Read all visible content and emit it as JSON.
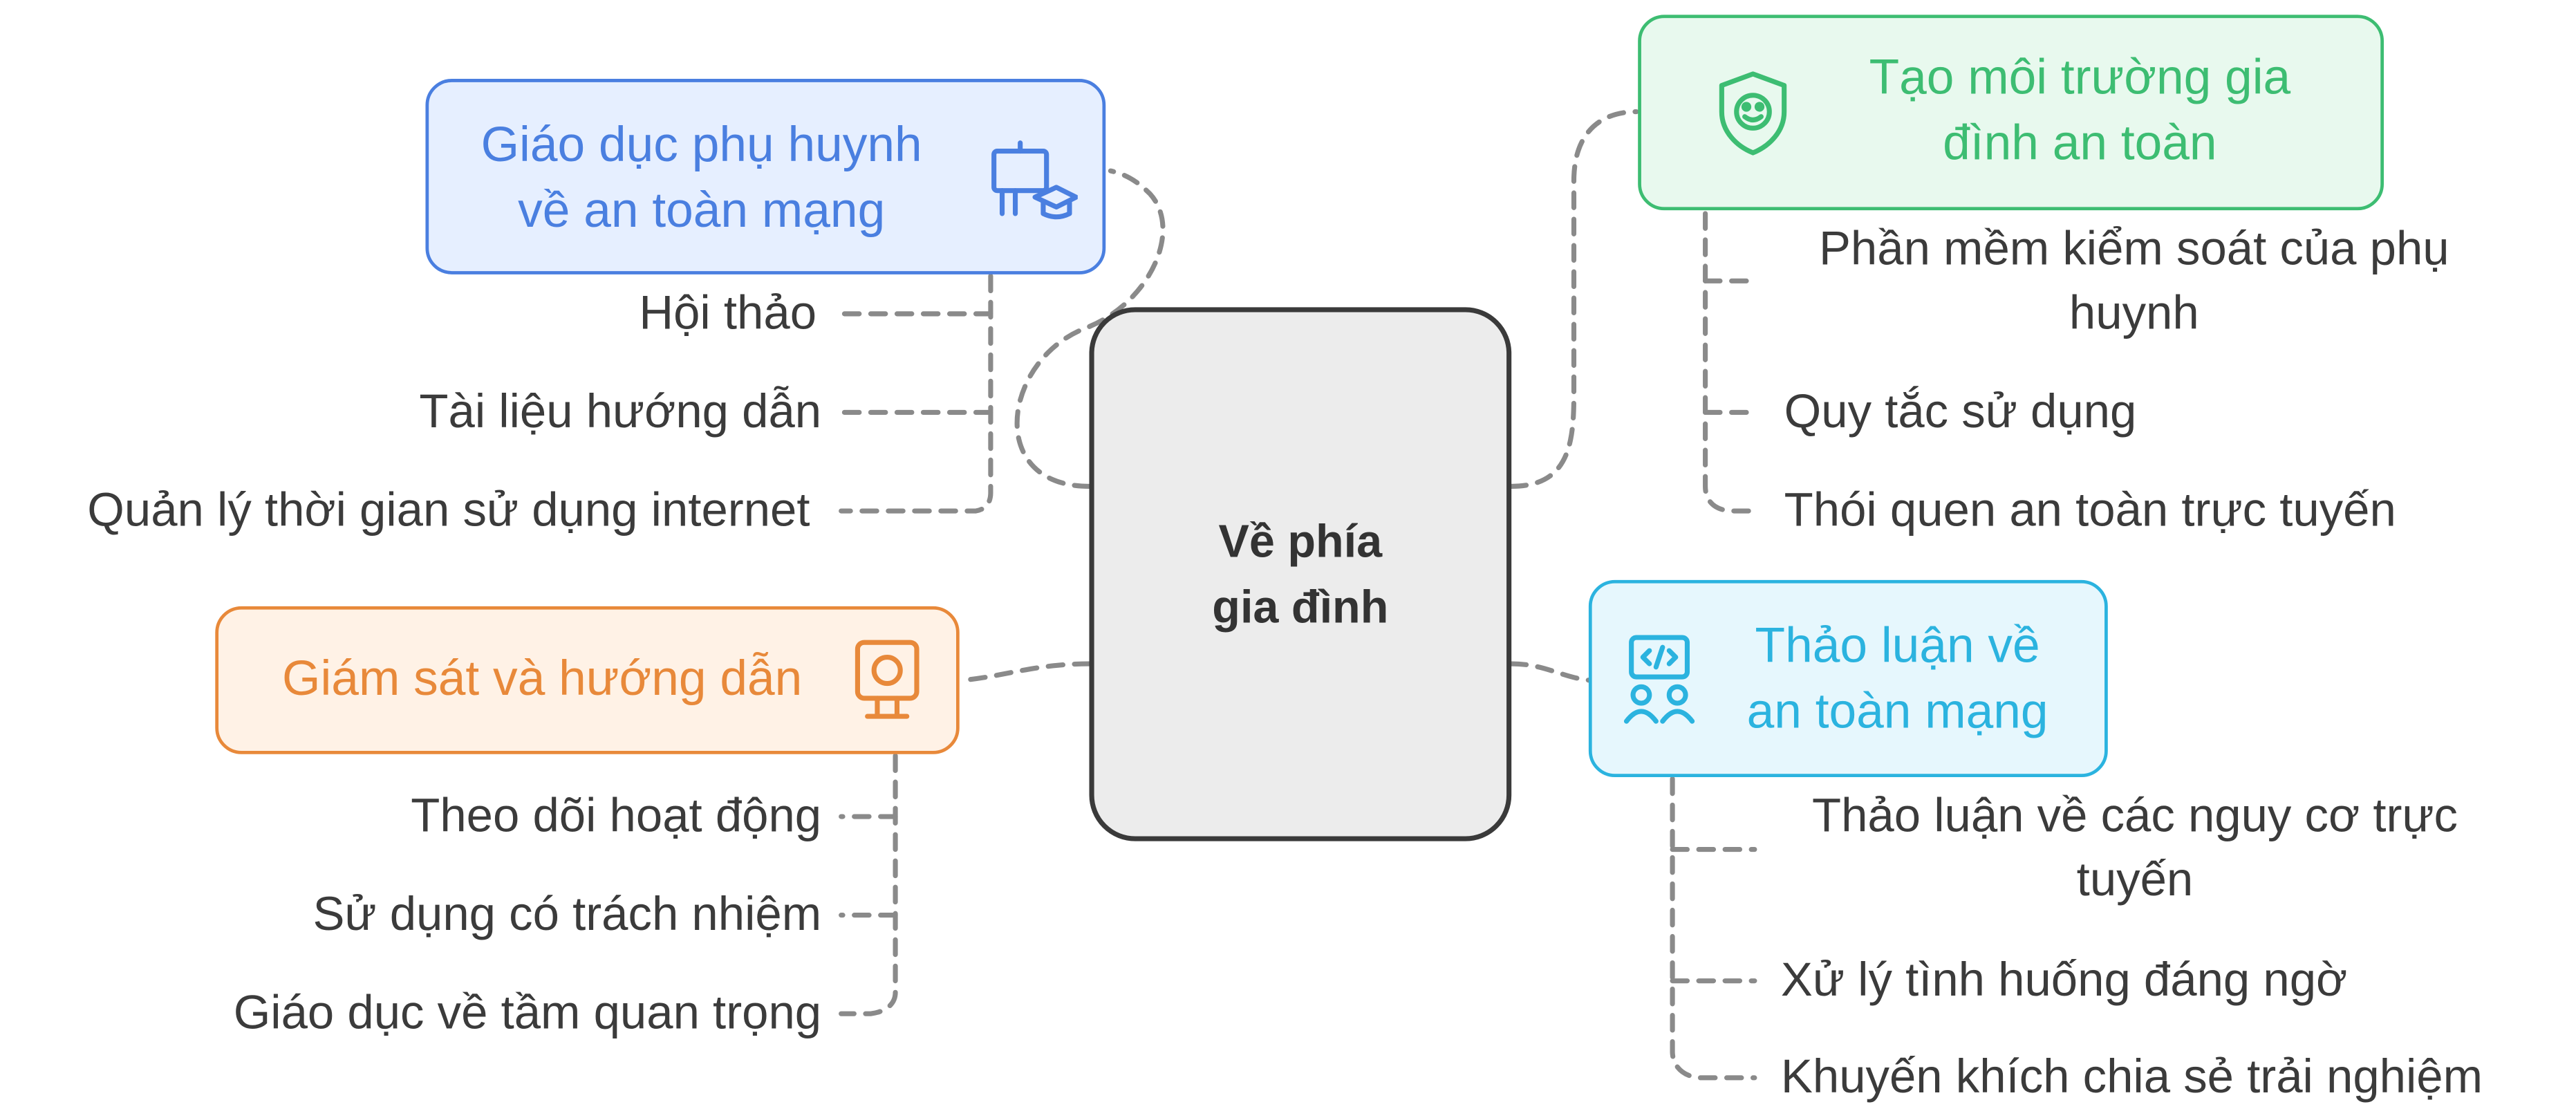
{
  "center": {
    "line1": "Về phía",
    "line2": "gia đình"
  },
  "branches": {
    "parent_education": {
      "title_line1": "Giáo dục phụ huynh",
      "title_line2": "về an toàn mạng",
      "icon": "teaching-board-icon",
      "color": "#4a7fe0",
      "fill": "#e6efff",
      "items": [
        "Hội thảo",
        "Tài liệu hướng dẫn",
        "Quản lý thời gian sử dụng internet"
      ]
    },
    "safe_environment": {
      "title_line1": "Tạo môi trường gia",
      "title_line2": "đình an toàn",
      "icon": "shield-icon",
      "color": "#3dbd72",
      "fill": "#e8f9ee",
      "items_line": {
        "item1_line1": "Phần mềm kiểm soát của phụ",
        "item1_line2": "huynh",
        "item2": "Quy tắc sử dụng",
        "item3": "Thói quen an toàn trực tuyến"
      }
    },
    "monitoring": {
      "title": "Giám sát và hướng dẫn",
      "icon": "webcam-icon",
      "color": "#e8893a",
      "fill": "#fff2e6",
      "items": [
        "Theo dõi hoạt động",
        "Sử dụng có trách nhiệm",
        "Giáo dục về tầm quan trọng"
      ]
    },
    "discussion": {
      "title_line1": "Thảo luận về",
      "title_line2": "an toàn mạng",
      "icon": "code-discussion-icon",
      "color": "#2bb3df",
      "fill": "#e6f7fd",
      "items_line": {
        "item1_line1": "Thảo luận về các nguy cơ trực",
        "item1_line2": "tuyến",
        "item2": "Xử lý tình huống đáng ngờ",
        "item3": "Khuyến khích chia sẻ trải nghiệm"
      }
    }
  }
}
